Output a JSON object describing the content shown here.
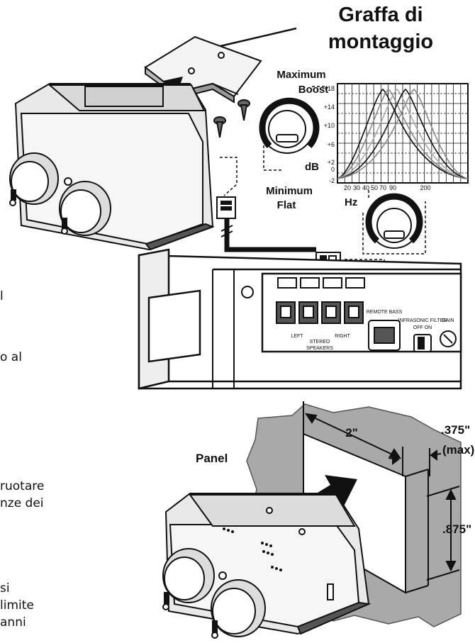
{
  "title": {
    "line1": "Graffa di",
    "line2": "montaggio"
  },
  "knob_labels": {
    "maximum": "Maximum",
    "boost": "Boost",
    "minimum": "Minimum",
    "flat": "Flat",
    "db": "dB",
    "hz": "Hz"
  },
  "eq_graph": {
    "y_ticks": [
      "+18",
      "+14",
      "+10",
      "+6",
      "+2",
      "0",
      "-2"
    ],
    "x_ticks": [
      "20",
      "30",
      "40",
      "50",
      "70",
      "90",
      "200"
    ]
  },
  "amplifier": {
    "remote_bass": "REMOTE BASS",
    "infrasonic_filter": "INFRASONIC FILTER",
    "filter_switch": "OFF ON",
    "gain": "GAIN",
    "left": "LEFT",
    "right": "RIGHT",
    "speakers": "SPEAKERS",
    "stereo": "STEREO"
  },
  "panel_diagram": {
    "panel_label": "Panel",
    "depth": "2\"",
    "thickness": ".375\"",
    "thickness_note": "(max)",
    "height": ".875\""
  },
  "text_fragments": [
    "l",
    "o al",
    "ruotare",
    "nze dei",
    "si",
    "limite",
    "anni"
  ]
}
